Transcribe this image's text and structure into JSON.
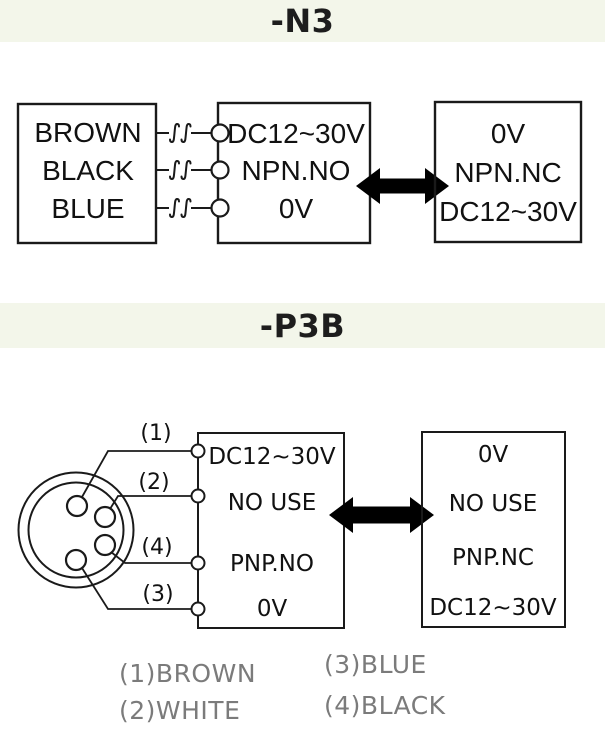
{
  "n3": {
    "title": "-N3",
    "sensor_wires": [
      "BROWN",
      "BLACK",
      "BLUE"
    ],
    "no_box": [
      "DC12~30V",
      "NPN.NO",
      "0V"
    ],
    "nc_box": [
      "0V",
      "NPN.NC",
      "DC12~30V"
    ]
  },
  "p3b": {
    "title": "-P3B",
    "pin_labels": [
      "(1)",
      "(2)",
      "(4)",
      "(3)"
    ],
    "no_box": [
      "DC12~30V",
      "NO USE",
      "PNP.NO",
      "0V"
    ],
    "nc_box": [
      "0V",
      "NO USE",
      "PNP.NC",
      "DC12~30V"
    ],
    "legend": [
      "(1)BROWN",
      "(2)WHITE",
      "(3)BLUE",
      "(4)BLACK"
    ]
  },
  "colors": {
    "band_background": "#f3f6ea",
    "line": "#1a1a1a",
    "arrow": "#000000",
    "legend_text": "#7b7b7b"
  }
}
